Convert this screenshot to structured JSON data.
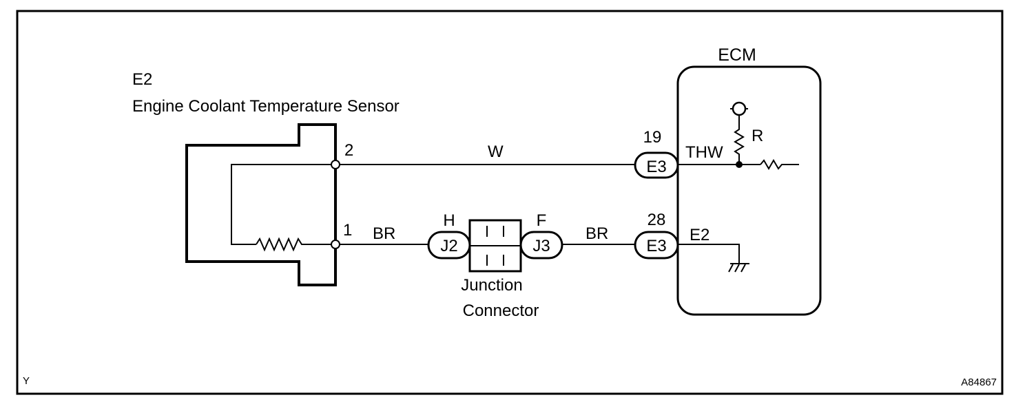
{
  "sensor": {
    "code": "E2",
    "name": "Engine Coolant Temperature Sensor",
    "pins": [
      "2",
      "1"
    ]
  },
  "ecm": {
    "title": "ECM",
    "resistor_label": "R",
    "terminals": [
      {
        "pin": "19",
        "connector": "E3",
        "signal": "THW"
      },
      {
        "pin": "28",
        "connector": "E3",
        "signal": "E2"
      }
    ]
  },
  "wires": {
    "top": "W",
    "bottom_left": "BR",
    "bottom_right": "BR"
  },
  "junction": {
    "left_pin": "H",
    "left_connector": "J2",
    "right_pin": "F",
    "right_connector": "J3",
    "label_line1": "Junction",
    "label_line2": "Connector"
  },
  "footer": {
    "left_mark": "Y",
    "figure_id": "A84867"
  }
}
